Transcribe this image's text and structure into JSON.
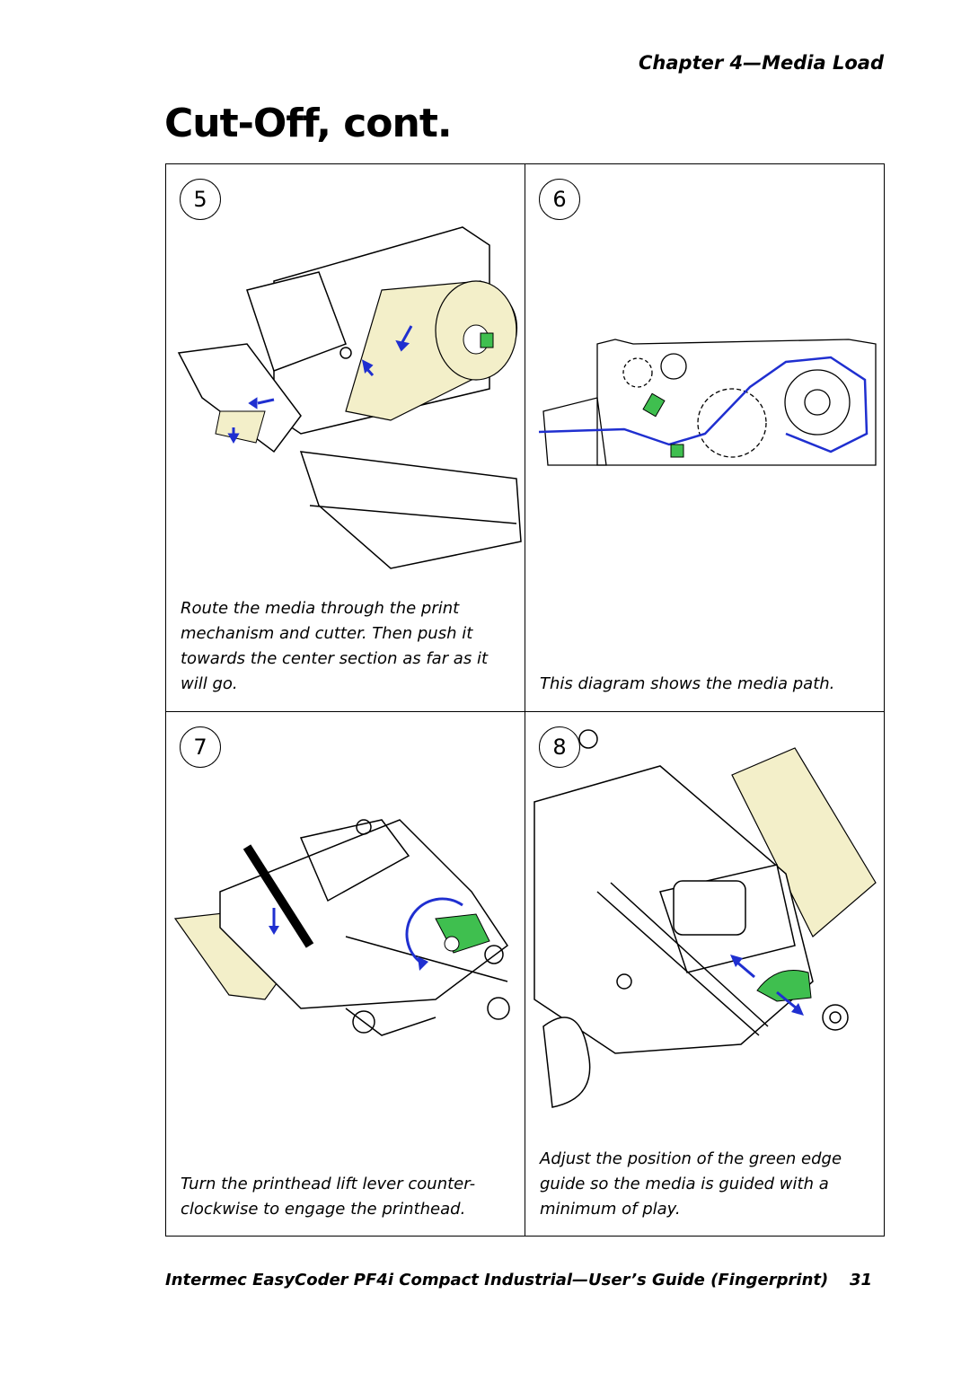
{
  "header": {
    "chapter": "Chapter 4—Media Load"
  },
  "title": "Cut-Off, cont.",
  "steps": [
    {
      "number": "5",
      "caption": "Route the media through the print mechanism and cutter. Then push it towards the center section as far as it will go."
    },
    {
      "number": "6",
      "caption": "This diagram shows the media path."
    },
    {
      "number": "7",
      "caption": "Turn the printhead lift lever counter-clockwise to engage the printhead."
    },
    {
      "number": "8",
      "caption": "Adjust the position of the green edge guide so the media is guided with a minimum of play."
    }
  ],
  "footer": {
    "guide_title": "Intermec EasyCoder PF4i Compact Industrial—User’s Guide (Fingerprint)",
    "page_number": "31"
  },
  "colors": {
    "accent_green": "#3fbf4f",
    "arrow_blue": "#1f2fd0",
    "media": "#f3efc9"
  }
}
